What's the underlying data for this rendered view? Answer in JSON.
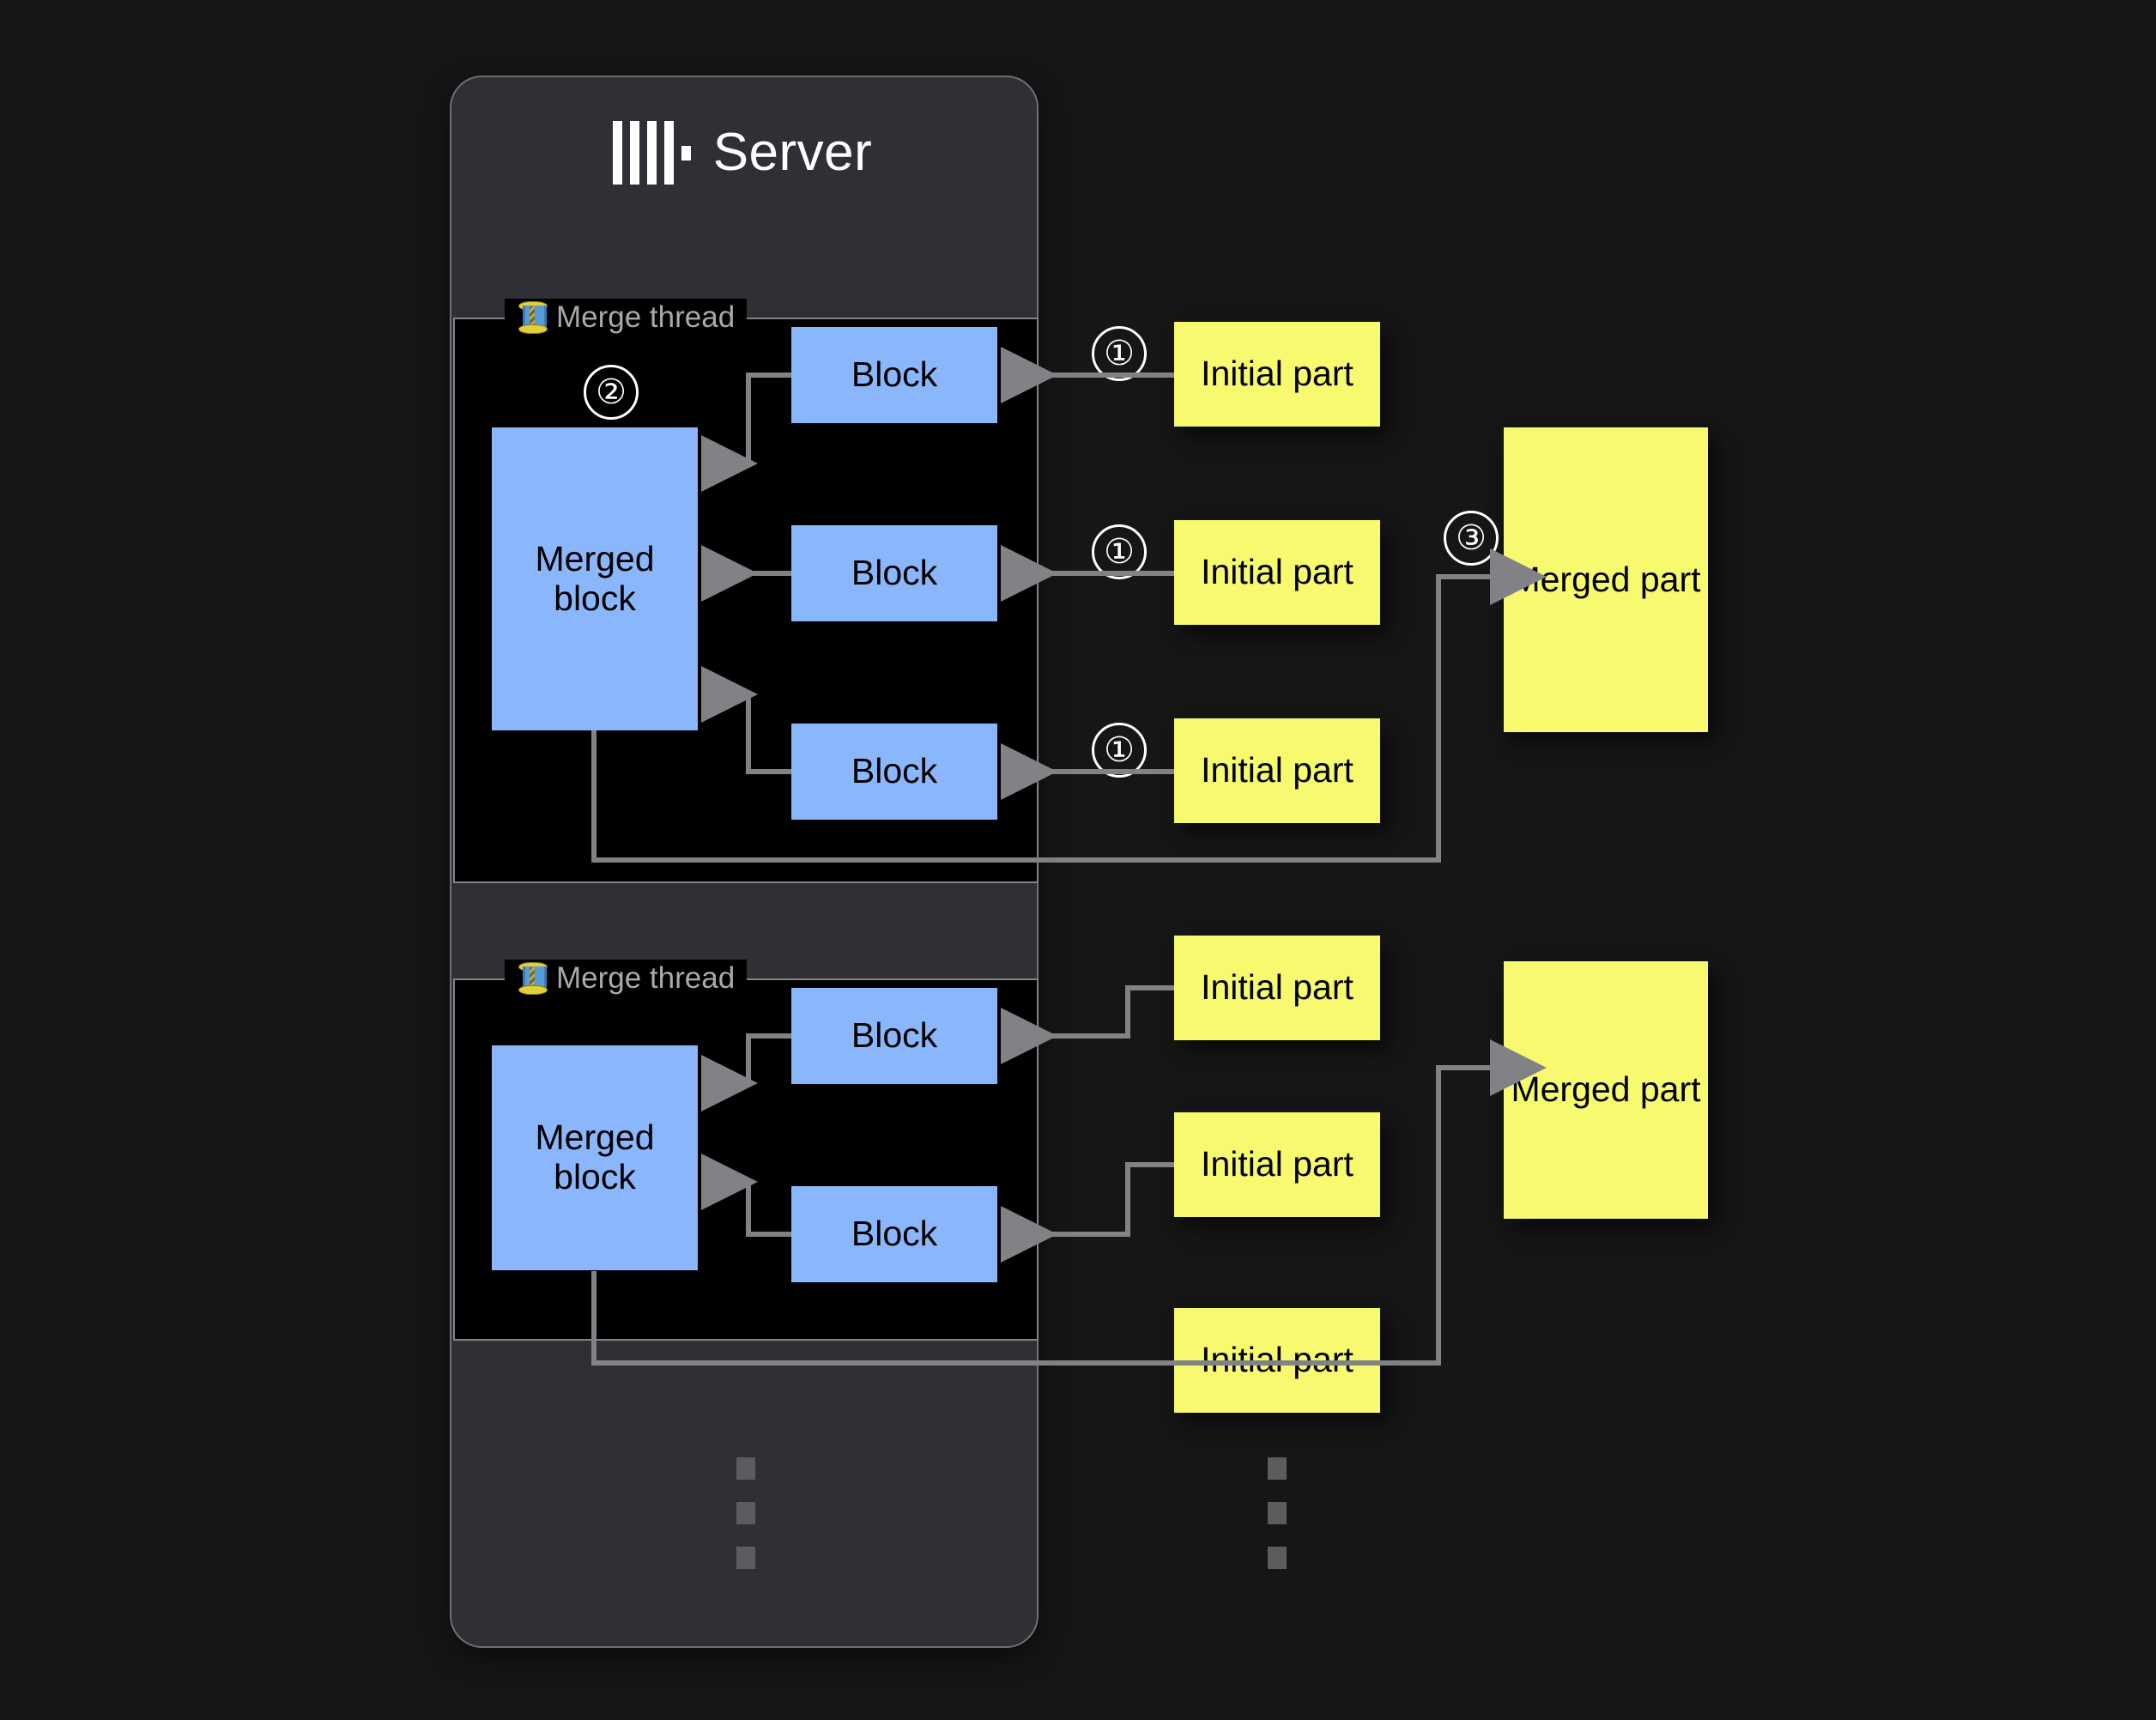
{
  "background_color": "#161616",
  "palette": {
    "panel": "#2e3035",
    "panel_border": "#6e7076",
    "thread_fill": "#000000",
    "thread_border": "#82848a",
    "block_blue": "#8ab6fb",
    "part_yellow": "#f7f96e",
    "arrow_gray": "#808285",
    "label_gray": "#a7a9ad",
    "white": "#ffffff"
  },
  "server": {
    "title": "Server",
    "logo_icon": "clickhouse-logo-icon"
  },
  "threads": [
    {
      "label": "Merge thread",
      "icon": "thread-spool-icon",
      "step_marker": "②",
      "merged_block": {
        "label": "Merged block"
      },
      "blocks": [
        {
          "label": "Block"
        },
        {
          "label": "Block"
        },
        {
          "label": "Block"
        }
      ]
    },
    {
      "label": "Merge thread",
      "icon": "thread-spool-icon",
      "merged_block": {
        "label": "Merged block"
      },
      "blocks": [
        {
          "label": "Block"
        },
        {
          "label": "Block"
        }
      ]
    }
  ],
  "initial_parts": [
    {
      "label": "Initial part",
      "step": "①"
    },
    {
      "label": "Initial part",
      "step": "①"
    },
    {
      "label": "Initial part",
      "step": "①"
    },
    {
      "label": "Initial part",
      "step": ""
    },
    {
      "label": "Initial part",
      "step": ""
    },
    {
      "label": "Initial part",
      "step": ""
    }
  ],
  "merged_parts": [
    {
      "label": "Merged part",
      "step": "③"
    },
    {
      "label": "Merged part",
      "step": ""
    }
  ],
  "steps": {
    "one": "①",
    "two": "②",
    "three": "③"
  },
  "ellipsis": {
    "server_column": "vertical-ellipsis",
    "parts_column": "vertical-ellipsis"
  }
}
